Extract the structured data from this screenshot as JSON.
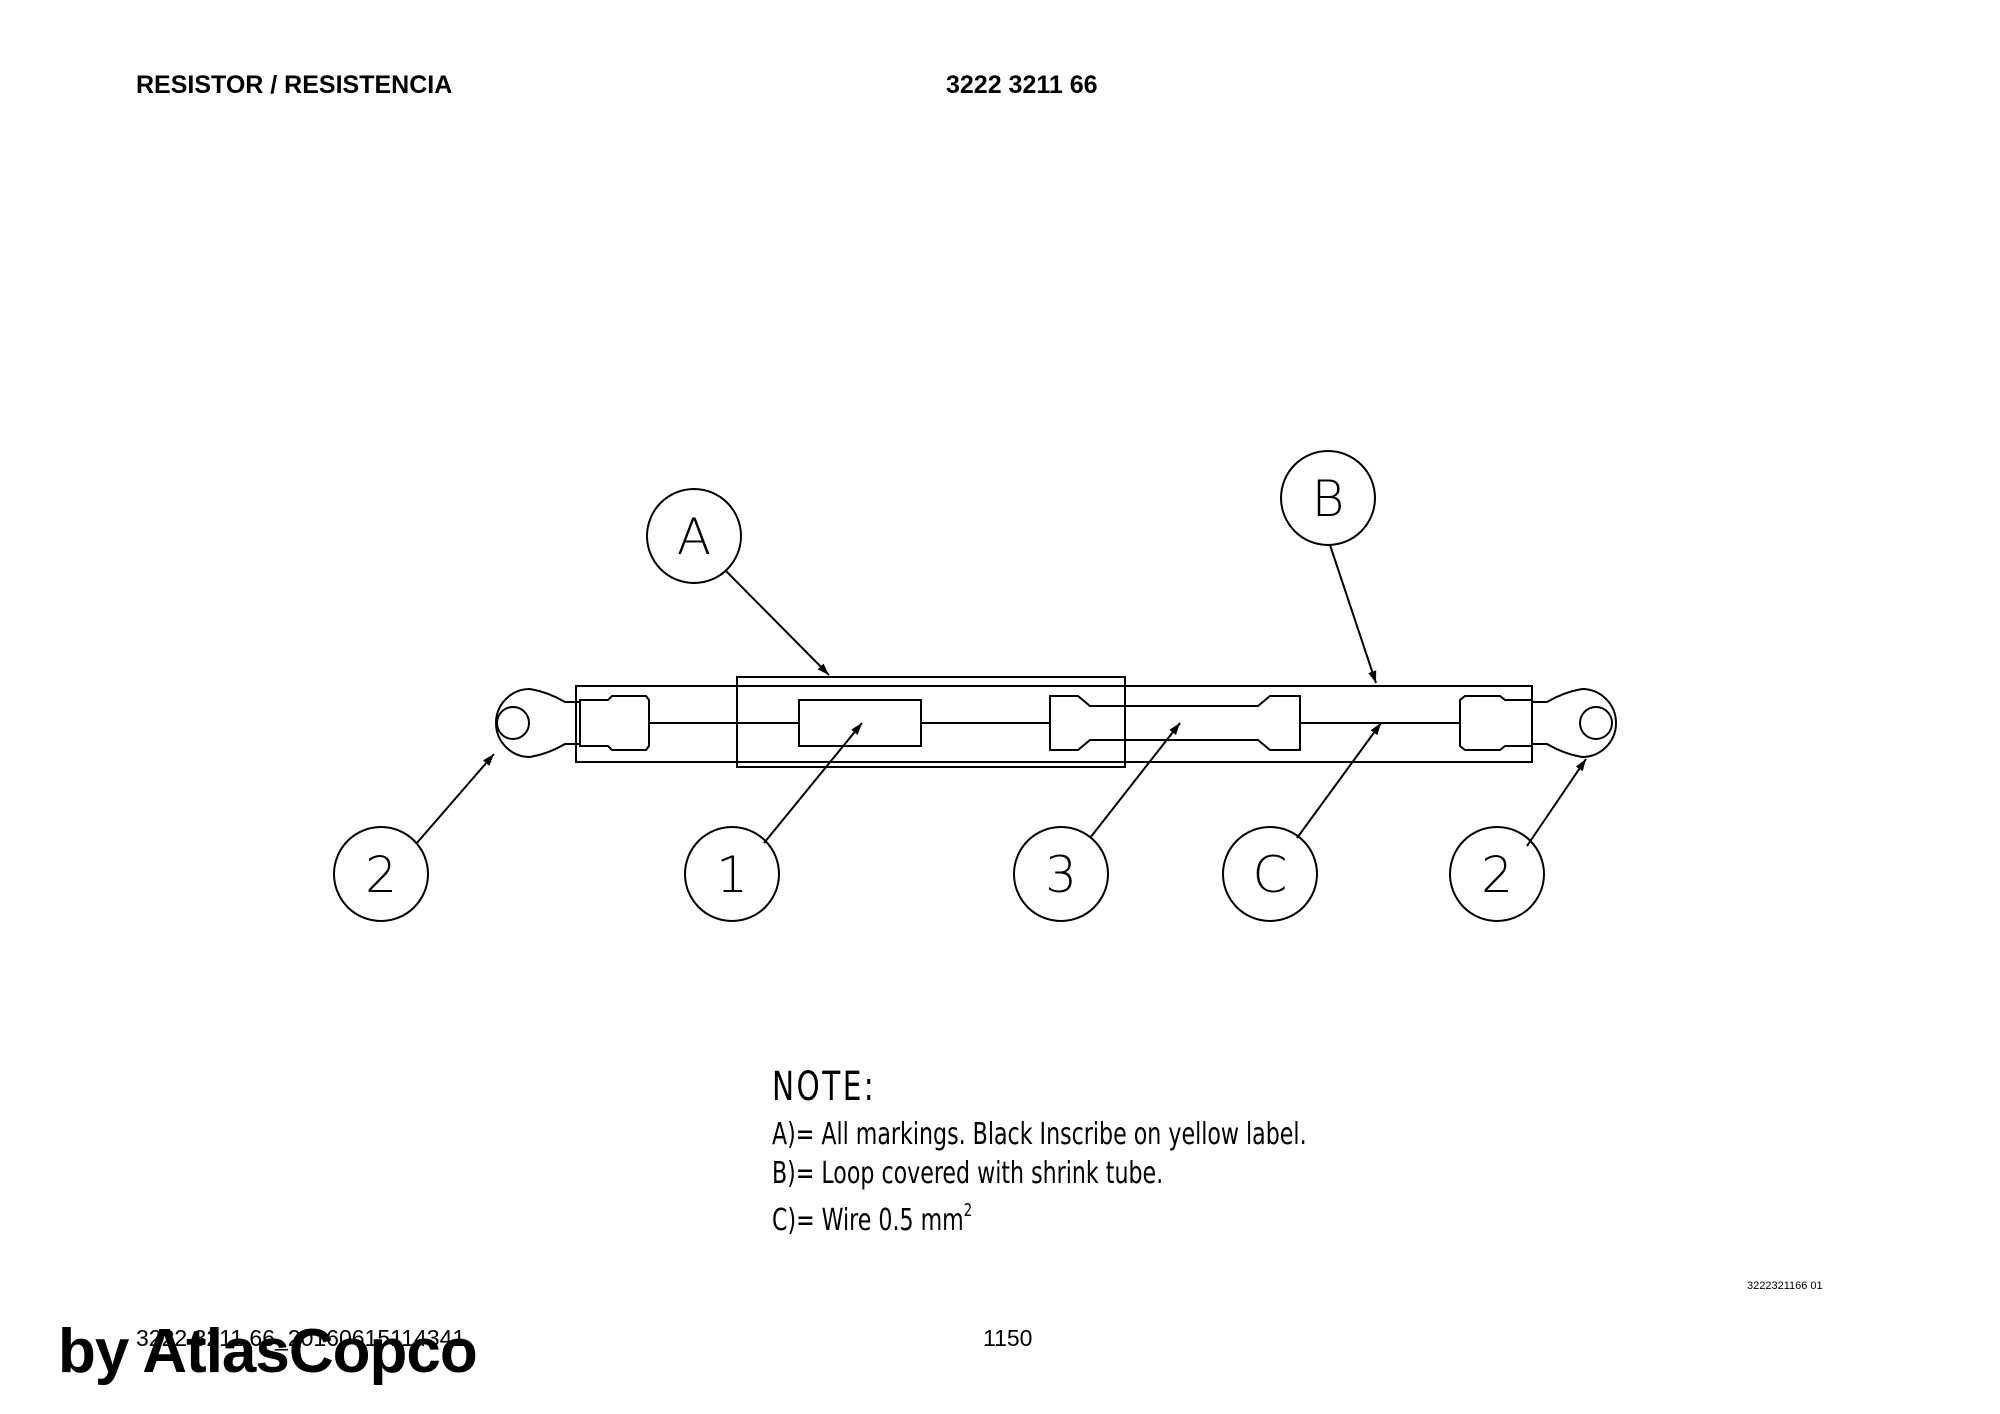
{
  "header": {
    "title": "RESISTOR / RESISTENCIA",
    "part_number": "3222 3211 66"
  },
  "diagram": {
    "callouts": {
      "a": "A",
      "b": "B",
      "left_lug": "2",
      "resistor": "1",
      "splice": "3",
      "wire": "C",
      "right_lug": "2"
    }
  },
  "notes": {
    "heading": "NOTE:",
    "a": "A)= All markings. Black Inscribe on yellow label.",
    "b": "B)= Loop covered with shrink tube.",
    "c": "C)= Wire 0.5 mm",
    "c_superscript": "2"
  },
  "drawing_code": "3222321166 01",
  "footer": {
    "filename": "3222 3211 66_20160615114341",
    "page": "1150"
  },
  "watermark": "by AtlasCopco"
}
